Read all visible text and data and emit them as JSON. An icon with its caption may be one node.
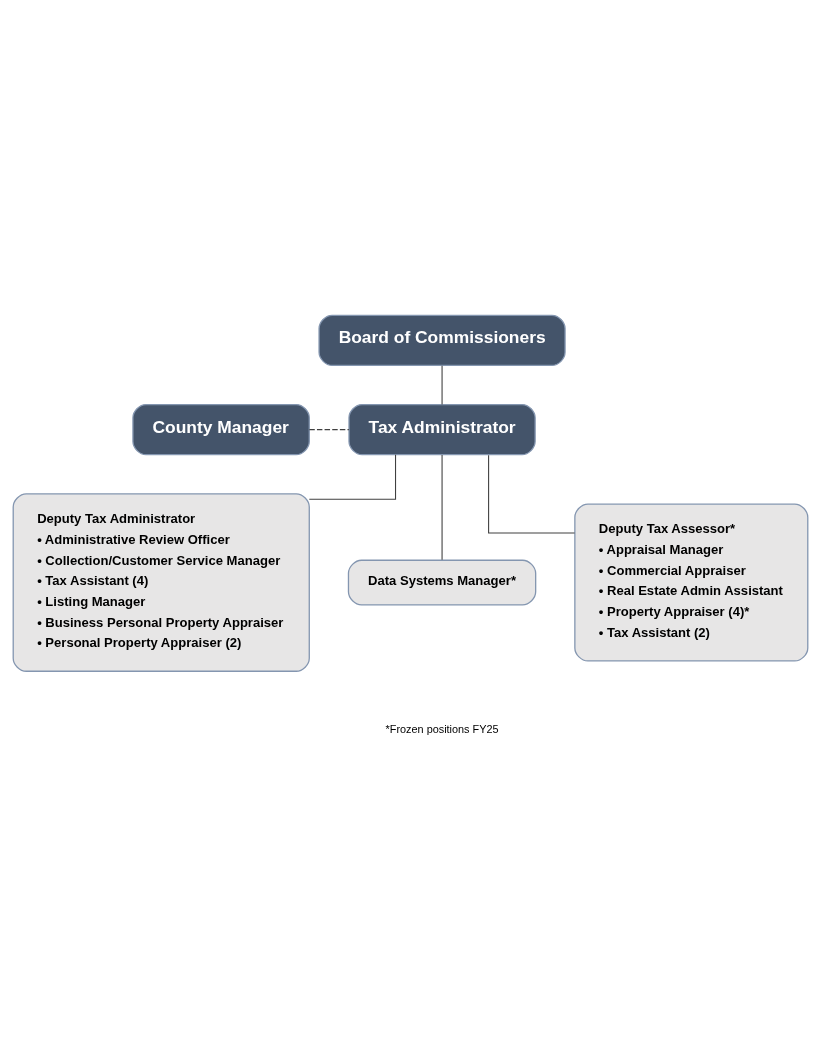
{
  "diagram": {
    "nodes": [
      {
        "text": [
          "Board of Commissioners"
        ]
      },
      {
        "text": [
          "County Manager"
        ]
      },
      {
        "text": [
          "Tax Administrator"
        ]
      },
      {
        "text": [
          "Deputy Tax Administrator",
          "• Administrative Review Officer",
          "• Collection/Customer Service Manager",
          "• Tax Assistant (4)",
          "• Listing Manager",
          "• Business Personal Property Appraiser",
          "• Personal Property Appraiser (2)"
        ]
      },
      {
        "text": [
          "Data Systems Manager*"
        ]
      },
      {
        "text": [
          "Deputy Tax Assessor*",
          "• Appraisal Manager",
          "• Commercial Appraiser",
          "• Real Estate Admin Assistant",
          "• Property Appraiser (4)*",
          "• Tax Assistant (2)"
        ]
      }
    ],
    "edges": [
      {
        "from": 0,
        "to": 2,
        "arrow": "none"
      },
      {
        "from": 1,
        "to": 2,
        "arrow": "none",
        "style": "dashed"
      },
      {
        "from": 2,
        "to": 3,
        "arrow": "none"
      },
      {
        "from": 2,
        "to": 4,
        "arrow": "none"
      },
      {
        "from": 2,
        "to": 5,
        "arrow": "none"
      }
    ],
    "labels": [
      "*Frozen positions FY25"
    ]
  }
}
